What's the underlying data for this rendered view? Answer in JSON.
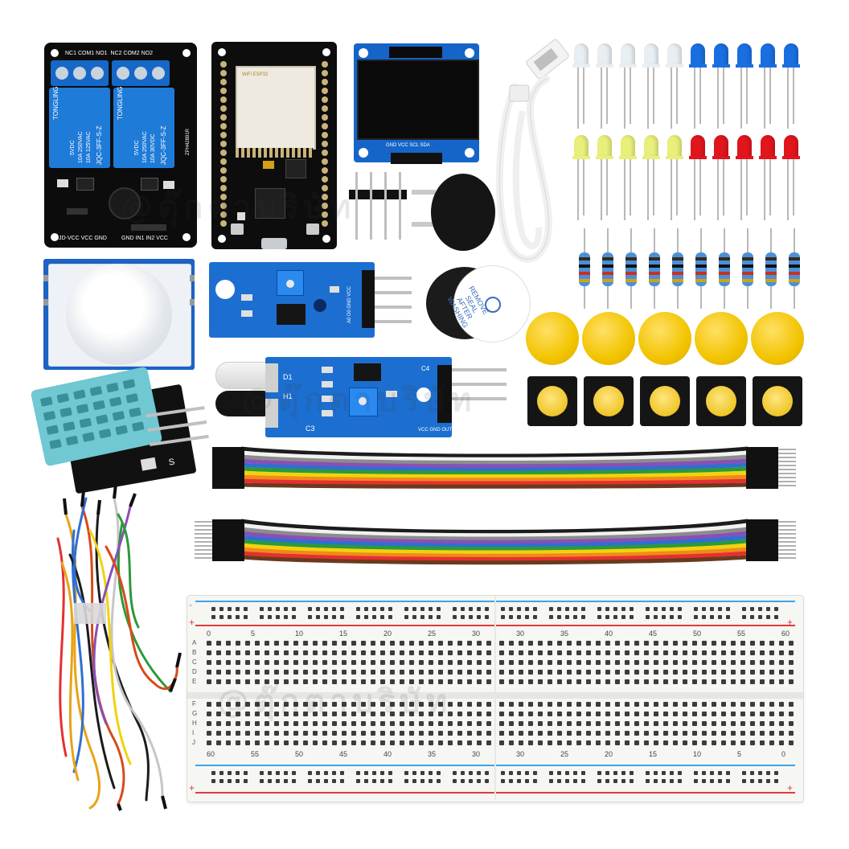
{
  "kit": {
    "relay": {
      "terminal_labels": [
        "NC1",
        "COM1",
        "NO1",
        "NC2",
        "COM2",
        "NO2"
      ],
      "relay_brand": "TONGLING",
      "relay_rating_1": "5VDC",
      "relay_rating_2": "10A 250VAC",
      "relay_rating_3": "10A 125VAC",
      "relay_rating_4": "10A 30VDC",
      "relay_model": "JQC-3FF-S-Z",
      "pin_labels_left": "JD-VCC VCC GND",
      "pin_labels_right": "GND IN1 IN2 VCC",
      "pcb_code": "ZPH42891R"
    },
    "esp32": {
      "module_label": "WiFi ESP32"
    },
    "oled": {
      "pin_labels": "GND VCC SCL SDA"
    },
    "led_colors": {
      "clear": "#e8eef2",
      "blue": "#1a6fe0",
      "yellow": "#e8ef7a",
      "red": "#e0161c"
    },
    "buzzer_sticker": [
      "REMOVE",
      "SEAL",
      "AFTER",
      "WASHING"
    ],
    "ir_sensor": {
      "label_top": "D1",
      "label_mid": "H1",
      "label_bottom": "C3",
      "label_r": "C4",
      "label_pins": "VCC GND OUT"
    },
    "sound_sensor": {
      "labels": "A0 D0 GND VCC"
    },
    "dht11": {
      "pin_s": "S"
    },
    "breadboard": {
      "top_numbers": [
        "0",
        "5",
        "10",
        "15",
        "20",
        "25",
        "30",
        "30",
        "35",
        "40",
        "45",
        "50",
        "55",
        "60"
      ],
      "bottom_numbers": [
        "60",
        "55",
        "50",
        "45",
        "40",
        "35",
        "30",
        "30",
        "25",
        "20",
        "15",
        "10",
        "5",
        "0"
      ],
      "rows_left_top": [
        "A",
        "B",
        "C",
        "D",
        "E"
      ],
      "rows_left_bottom": [
        "F",
        "G",
        "H",
        "I",
        "J"
      ],
      "plus": "+",
      "minus": "-"
    },
    "watermark": "@ตุ๊กตาบริษัท"
  }
}
